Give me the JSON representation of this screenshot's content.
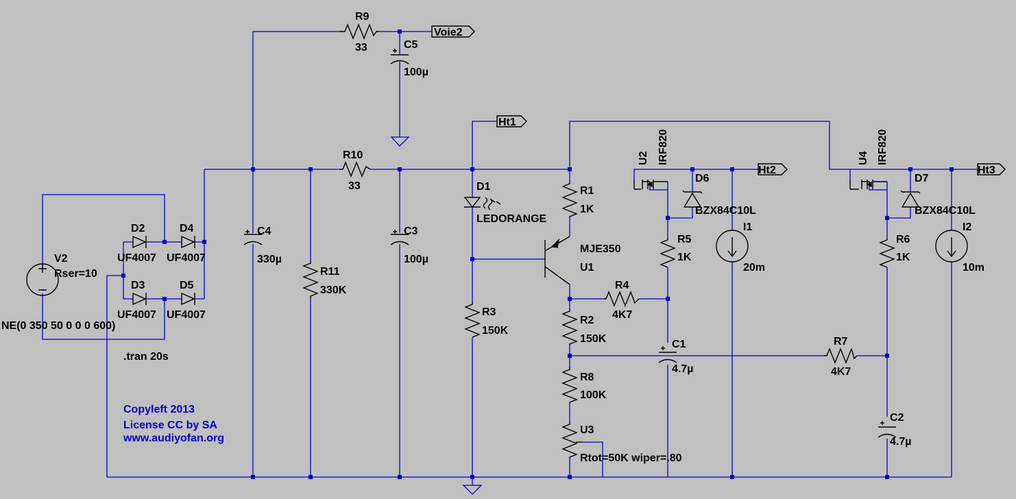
{
  "components": {
    "R9": {
      "name": "R9",
      "value": "33"
    },
    "C5": {
      "name": "C5",
      "value": "100µ"
    },
    "R10": {
      "name": "R10",
      "value": "33"
    },
    "C4": {
      "name": "C4",
      "value": "330µ"
    },
    "R11": {
      "name": "R11",
      "value": "330K"
    },
    "C3": {
      "name": "C3",
      "value": "100µ"
    },
    "D1": {
      "name": "D1",
      "value": "LEDORANGE"
    },
    "R3": {
      "name": "R3",
      "value": "150K"
    },
    "R1": {
      "name": "R1",
      "value": "1K"
    },
    "U1": {
      "name": "U1",
      "value": "MJE350"
    },
    "R4": {
      "name": "R4",
      "value": "4K7"
    },
    "R2": {
      "name": "R2",
      "value": "150K"
    },
    "R8": {
      "name": "R8",
      "value": "100K"
    },
    "U3": {
      "name": "U3",
      "value": "Rtot=50K wiper=.80"
    },
    "U2": {
      "name": "U2",
      "value": "IRF820"
    },
    "D6": {
      "name": "D6",
      "value": "BZX84C10L"
    },
    "R5": {
      "name": "R5",
      "value": "1K"
    },
    "I1": {
      "name": "I1",
      "value": "20m"
    },
    "C1": {
      "name": "C1",
      "value": "4.7µ"
    },
    "R7": {
      "name": "R7",
      "value": "4K7"
    },
    "U4": {
      "name": "U4",
      "value": "IRF820"
    },
    "D7": {
      "name": "D7",
      "value": "BZX84C10L"
    },
    "R6": {
      "name": "R6",
      "value": "1K"
    },
    "I2": {
      "name": "I2",
      "value": "10m"
    },
    "C2": {
      "name": "C2",
      "value": "4.7µ"
    },
    "D2": {
      "name": "D2",
      "value": "UF4007"
    },
    "D3": {
      "name": "D3",
      "value": "UF4007"
    },
    "D4": {
      "name": "D4",
      "value": "UF4007"
    },
    "D5": {
      "name": "D5",
      "value": "UF4007"
    },
    "V2": {
      "name": "V2",
      "value": "Rser=10",
      "spec": "NE(0 350 50 0 0 0 600)"
    }
  },
  "net_labels": {
    "voie2": "Voie2",
    "ht1": "Ht1",
    "ht2": "Ht2",
    "ht3": "Ht3"
  },
  "directive": ".tran 20s",
  "copyright": {
    "line1": "Copyleft 2013",
    "line2": "License CC by SA",
    "line3": "www.audiyofan.org"
  },
  "colors": {
    "background": "#c0c0c0",
    "wire": "#0000d0",
    "symbol": "#000000",
    "comment": "#0000c8"
  }
}
